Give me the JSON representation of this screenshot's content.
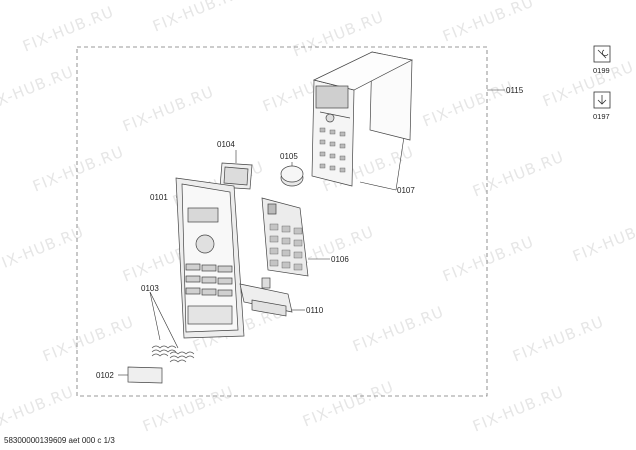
{
  "watermark": "FIX-HUB.RU",
  "parts": {
    "p0101": "0101",
    "p0102": "0102",
    "p0103": "0103",
    "p0104": "0104",
    "p0105": "0105",
    "p0106": "0106",
    "p0107": "0107",
    "p0110": "0110",
    "p0115": "0115"
  },
  "side": {
    "repair_code": "0199",
    "download_code": "0197",
    "repair_icon": "wrench-service-icon",
    "download_icon": "download-arrow-icon"
  },
  "footer": "58300000139609 aet 000 c 1/3"
}
